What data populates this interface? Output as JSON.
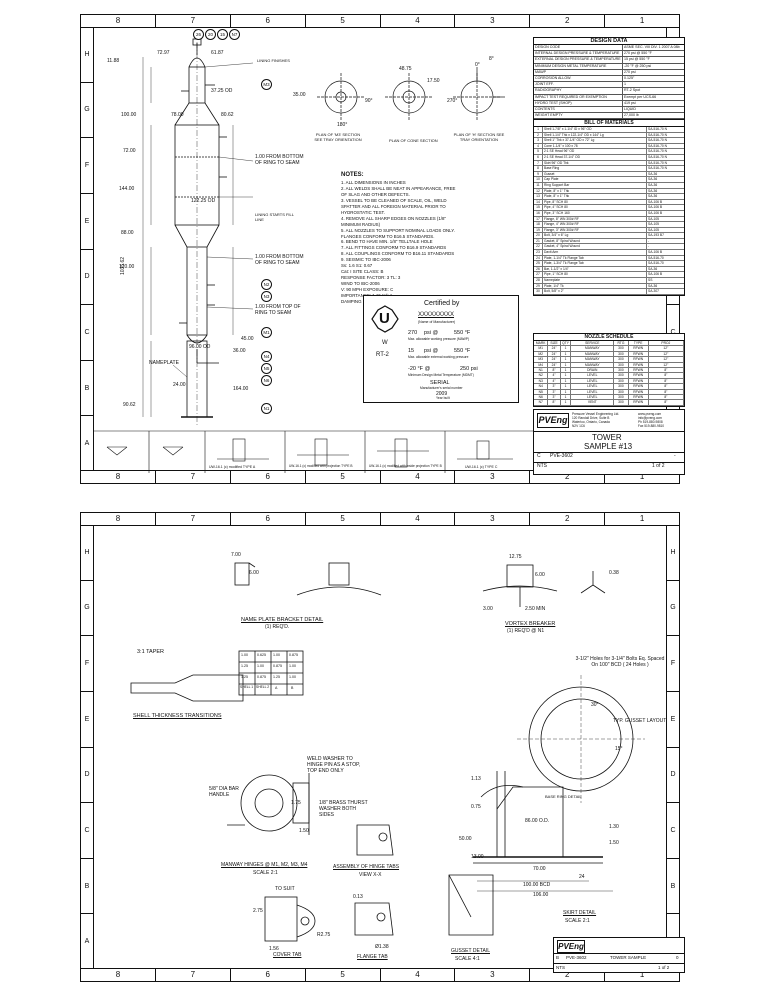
{
  "zones": {
    "columns": [
      "8",
      "7",
      "6",
      "5",
      "4",
      "3",
      "2",
      "1"
    ],
    "rows": [
      "H",
      "G",
      "F",
      "E",
      "D",
      "C",
      "B",
      "A"
    ]
  },
  "sheet1": {
    "nozzle_marks": [
      "26",
      "20",
      "15",
      "N7",
      "M3",
      "M1",
      "N2",
      "N3",
      "N4",
      "N5",
      "N6",
      "N1"
    ],
    "dimensions": [
      "72.97",
      "61.87",
      "37.25 OD",
      "100.00",
      "78.00",
      "80.62",
      "72.00",
      "144.00",
      "122.25 OD",
      "88.00",
      "120.00",
      "96.00 OD",
      "45.00",
      "36.00",
      "164.00",
      "24.00",
      "90.62",
      "11.88",
      "1035.62",
      "48.75",
      "17.50",
      "35.00",
      "90°",
      "180°",
      "270°",
      "0°",
      "8°"
    ],
    "callouts": [
      "LINING FINISHES",
      "1.00 FROM BOTTOM OF RING TO SEAM",
      "LINING STARTS FILL LINE",
      "1.00 FROM BOTTOM OF RING TO SEAM",
      "1.00 FROM TOP OF RING TO SEAM",
      "NAMEPLATE"
    ],
    "views": [
      "PLAN OF 'M3' SECTION SEE TRAY ORIENTATION",
      "PLAN OF CONE SECTION",
      "PLAN OF 'H' SECTION SEE TRAY ORIENTATION"
    ],
    "notes_title": "NOTES:",
    "notes": [
      "1. ALL DIMENSIONS IN INCHES",
      "2. ALL WELDS SHALL BE NEAT IN APPEARANCE, FREE OF SLAG AND OTHER DEFECTS.",
      "3. VESSEL TO BE CLEANED OF SCALE, OIL, WELD SPATTER AND ALL FOREIGN MATERIAL PRIOR TO HYDROSTATIC TEST.",
      "4. REMOVE ALL SHARP EDGES ON NOZZLES (1/8\" MINIMUM RADIUS)",
      "5. ALL NOZZLES TO SUPPORT NOMINAL LOADS ONLY. FLANGES CONFORM TO B16.5 STANDARDS.",
      "6. BEND TO HAVE MIN. 1/8\" TELLTALE HOLE",
      "7. ALL FITTINGS CONFORM TO B16.9 STANDARDS",
      "8. ALL COUPLINGS CONFORM TO B16.11 STANDARDS",
      "9. SEISMIC TO IBC-2006",
      "Ss: 1.6   S1: 0.67",
      "Cat: I   SITE CLASS: B",
      "RESPONSE FACTOR: 3   TL: 3",
      "WIND TO IBC-2006",
      "V: 90 MPH   EXPOSURE: C",
      "IMPORTANCE: 1.15   Kd: 1",
      "DAMPING COEFFICIENT: 0.02"
    ],
    "cert": {
      "title": "Certified by",
      "company": "XXXXXXXXX",
      "company_caption": "(Name of Manufacturer)",
      "stamp_letter": "U",
      "stamp_sub1": "W",
      "stamp_sub2": "RT-2",
      "mawp_value": "270",
      "mawp_unit": "psi @",
      "mawp_temp": "550 °F",
      "mawp_caption": "Max. allowable working pressure (MAWP)",
      "ext_value": "15",
      "ext_unit": "psi @",
      "ext_temp": "550 °F",
      "ext_caption": "Max. allowable external working pressure",
      "mdmt_value": "-20 °F @",
      "mdmt_psi": "250 psi",
      "mdmt_caption": "Minimum Design Metal Temperature (MDMT)",
      "serial_title": "SERIAL",
      "serial_caption": "Manufacturer's serial number",
      "year": "2009",
      "year_caption": "Year built"
    },
    "design_data": {
      "title": "DESIGN DATA",
      "rows": [
        [
          "DESIGN CODE",
          "ASME SEC. VIII DIV. 1 2007 A 08b"
        ],
        [
          "INTERNAL DESIGN PRESSURE & TEMPERATURE",
          "270 psi @ 550 °F"
        ],
        [
          "EXTERNAL DESIGN PRESSURE & TEMPERATURE",
          "15 psi @ 550 °F"
        ],
        [
          "MINIMUM DESIGN METAL TEMPERATURE",
          "-20 °F @ 250 psi"
        ],
        [
          "MAWP",
          "270 psi"
        ],
        [
          "CORROSION ALLOW.",
          "0.125\""
        ],
        [
          "JOINT EFF.",
          "1"
        ],
        [
          "RADIOGRAPHY",
          "RT-2 Spot"
        ],
        [
          "IMPACT TEST REQUIRED OR EXEMPTION",
          "Exempt per UCS-66"
        ],
        [
          "HYDRO TEST (SHOP)",
          "419 psi"
        ],
        [
          "CONTENTS",
          "LIQUID"
        ],
        [
          "WEIGHT EMPTY",
          "27,000 lb"
        ]
      ]
    },
    "bom": {
      "title": "BILL OF MATERIALS",
      "rows": [
        [
          "1",
          "Shell 1-7/8\" x 1-1/4\" ID x 96\" OD",
          "SA-516-70 N"
        ],
        [
          "2",
          "Shell 1-1/4\" Thk x 122-1/4\" OD x 144\" Lg",
          "SA-516-70 N"
        ],
        [
          "3",
          "Shell 1\" Thk x 37-1/4\" OD x 72\" Lg",
          "SA-516-70 N"
        ],
        [
          "4",
          "Cone 1-1/4\" x 100 x 78",
          "SA-516-70 N"
        ],
        [
          "5",
          "2:1 SE Head 96\" OD",
          "SA-516-70 N"
        ],
        [
          "6",
          "2:1 SE Head 37-1/4\" OD",
          "SA-516-70 N"
        ],
        [
          "7",
          "Skirt 96\" OD Thk",
          "SA-516-70 N"
        ],
        [
          "8",
          "Base Ring",
          "SA-516-70 N"
        ],
        [
          "9",
          "Gusset",
          "SA-36"
        ],
        [
          "10",
          "Cap Plate",
          "SA-36"
        ],
        [
          "11",
          "Ring Support Bar",
          "SA-36"
        ],
        [
          "12",
          "Plate, 8\" x 1\" Thk",
          "SA-36"
        ],
        [
          "13",
          "Plate, 8\" x 1\" Thk",
          "SA-36"
        ],
        [
          "14",
          "Pipe, 8\" SCH 80",
          "SA-106 B"
        ],
        [
          "15",
          "Pipe, 4\" SCH 80",
          "SA-106 B"
        ],
        [
          "16",
          "Pipe, 3\" SCH 160",
          "SA-106 B"
        ],
        [
          "17",
          "Flange, 8\" WN 300# RF",
          "SA-105"
        ],
        [
          "18",
          "Flange, 4\" WN 300# RF",
          "SA-105"
        ],
        [
          "19",
          "Flange, 3\" WN 300# RF",
          "SA-105"
        ],
        [
          "20",
          "Bolt, 3/4\" x 6\" Lg",
          "SA-193 B7"
        ],
        [
          "21",
          "Gasket, 8\" Spiral Wound",
          "-"
        ],
        [
          "22",
          "Gasket, 4\" Spiral Wound",
          "-"
        ],
        [
          "23",
          "Davit Arm",
          "SA-106 B"
        ],
        [
          "24",
          "Plate, 1-1/4\" Tk Flange Tab",
          "SA-516-70"
        ],
        [
          "25",
          "Plate, 1-3/4\" Tk Flange Tab",
          "SA-516-70"
        ],
        [
          "26",
          "Bar, 1-1/2\" x 1/4\"",
          "SA-36"
        ],
        [
          "27",
          "Pipe, 1\" SCH 80",
          "SA-106 B"
        ],
        [
          "28",
          "Nameplate",
          "SS"
        ],
        [
          "29",
          "Plate, 1/4\" Tk",
          "SA-36"
        ],
        [
          "30",
          "Bolt, 5/8\" x 2\"",
          "SA-307"
        ]
      ]
    },
    "nozzle_schedule": {
      "title": "NOZZLE SCHEDULE",
      "headers": [
        "MARK",
        "SIZE",
        "QTY",
        "SERVICE",
        "RTG",
        "TYPE",
        "PROJ"
      ],
      "rows": [
        [
          "M1",
          "24\"",
          "1",
          "MANWAY",
          "300",
          "RFWN",
          "12\""
        ],
        [
          "M2",
          "24\"",
          "1",
          "MANWAY",
          "300",
          "RFWN",
          "12\""
        ],
        [
          "M3",
          "24\"",
          "1",
          "MANWAY",
          "300",
          "RFWN",
          "12\""
        ],
        [
          "M4",
          "24\"",
          "1",
          "MANWAY",
          "300",
          "RFWN",
          "12\""
        ],
        [
          "N1",
          "8\"",
          "1",
          "DRAIN",
          "300",
          "RFWN",
          "8\""
        ],
        [
          "N2",
          "4\"",
          "1",
          "LEVEL",
          "300",
          "RFWN",
          "8\""
        ],
        [
          "N3",
          "4\"",
          "1",
          "LEVEL",
          "300",
          "RFWN",
          "8\""
        ],
        [
          "N4",
          "3\"",
          "1",
          "LEVEL",
          "300",
          "RFWN",
          "8\""
        ],
        [
          "N5",
          "3\"",
          "1",
          "LEVEL",
          "300",
          "RFWN",
          "8\""
        ],
        [
          "N6",
          "3\"",
          "1",
          "LEVEL",
          "300",
          "RFWN",
          "8\""
        ],
        [
          "N7",
          "8\"",
          "1",
          "VENT",
          "300",
          "RFWN",
          "8\""
        ]
      ]
    },
    "titleblock": {
      "company": "PVEng",
      "company_lines": [
        "Pressure Vessel Engineering Ltd.",
        "120 Randall Drive, Suite B",
        "Waterloo, Ontario, Canada",
        "N2V 1C6"
      ],
      "contact": [
        "www.pveng.com",
        "info@pveng.com",
        "Ph 519-880-9808",
        "Fax 519-880-9810"
      ],
      "title1": "TOWER",
      "title2": "SAMPLE #13",
      "size": "C",
      "dwg_no": "PVE-3602",
      "rev": "-",
      "scale": "NTS",
      "sheet": "1 of 2"
    },
    "weld_details": [
      "UW-16.1 (c) modified TYPE A",
      "UW-16.1 (c) modified with projection TYPE B",
      "UW-16.1 (c) modified with inside projection TYPE B",
      "UW-16.1 (c) TYPE C"
    ]
  },
  "sheet2": {
    "details": {
      "nameplate_bracket": "NAME PLATE BRACKET DETAIL",
      "nameplate_req": "(1) REQ'D.",
      "vortex": "VORTEX BREAKER",
      "vortex_req": "(1) REQ'D @ N1",
      "shell_trans": "SHELL THICKNESS TRANSITIONS",
      "taper": "3:1 TAPER",
      "bolt_holes": "3-1/2\" Holes for 3-1/4\" Bolts Eq. Spaced On 100\" BCD ( 24 Holes )",
      "gusset_layout": "TYP. GUSSET LAYOUT",
      "base_ring": "BASE RING DETAIL",
      "weld_washer": "WELD WASHER TO HINGE PIN AS A STOP, TOP END ONLY",
      "bar_handle": "5/8\" DIA BAR HANDLE",
      "brass_washer": "1/8\" BRASS THURST WASHER BOTH SIDES",
      "manway_hinges": "MANWAY HINGES @ M1, M2, M3, M4",
      "manway_scale": "SCALE 2:1",
      "hinge_tabs": "ASSEMBLY OF HINGE TABS",
      "view_xx": "VIEW X-X",
      "skirt": "SKIRT DETAIL",
      "skirt_scale": "SCALE 2:1",
      "cover_tab": "COVER TAB",
      "flange_tab": "FLANGE TAB",
      "gusset_detail": "GUSSET DETAIL",
      "gusset_scale": "SCALE 4:1",
      "to_suit": "TO SUIT"
    },
    "dims": [
      "7.00",
      "6.00",
      "12.75",
      "6.00",
      "0.38",
      "2.50 MIN",
      "3.00",
      "1.75",
      "1.50",
      "2.75",
      "1.56",
      "R2.75",
      "0.13",
      "1.13",
      "0.75",
      "86.00 O.D.",
      "50.00",
      "13.00",
      "70.00",
      "100.00 BCD",
      "106.00",
      "1.30",
      "1.50",
      "24",
      "15°",
      "Ø1.38",
      "30°"
    ],
    "trans_table": [
      [
        "1.00",
        "0.625",
        "1.00",
        "0.875"
      ],
      [
        "1.25",
        "1.00",
        "0.875",
        "1.00"
      ],
      [
        "1.25",
        "0.875",
        "1.25",
        "1.00"
      ],
      [
        "SHELL 1",
        "SHELL 2",
        "A",
        "B"
      ]
    ],
    "titleblock": {
      "company": "PVEng",
      "size": "B",
      "dwg_no": "PVE-3602",
      "title": "TOWER SAMPLE",
      "rev": "0",
      "scale": "NTS",
      "sheet": "1 of 2"
    }
  }
}
